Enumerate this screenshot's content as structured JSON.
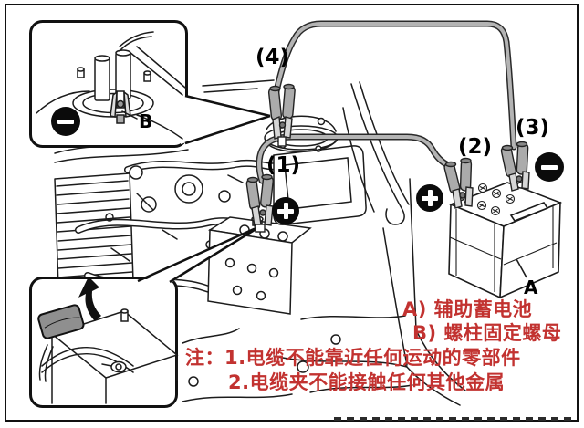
{
  "figure": {
    "type": "auxiliary battery jump-start connection diagram",
    "callouts": {
      "c1": "(1)",
      "c2": "(2)",
      "c3": "(3)",
      "c4": "(4)"
    },
    "parts": {
      "auxiliary_battery": "A",
      "stud_nut": "B"
    },
    "icons": {
      "plus": "+",
      "minus": "−",
      "lift_arrow": "curved-up-arrow"
    }
  },
  "legend": {
    "item_a": "A) 辅助蓄电池",
    "item_b": "B) 螺柱固定螺母",
    "note_line1": "注：1.电缆不能靠近任何运动的零部件",
    "note_line2": "2.电缆夹不能接触任何其他金属"
  },
  "colors": {
    "note_text": "#c23230",
    "cable": "#b4b4b4",
    "line_art": "#1c1c1c"
  }
}
